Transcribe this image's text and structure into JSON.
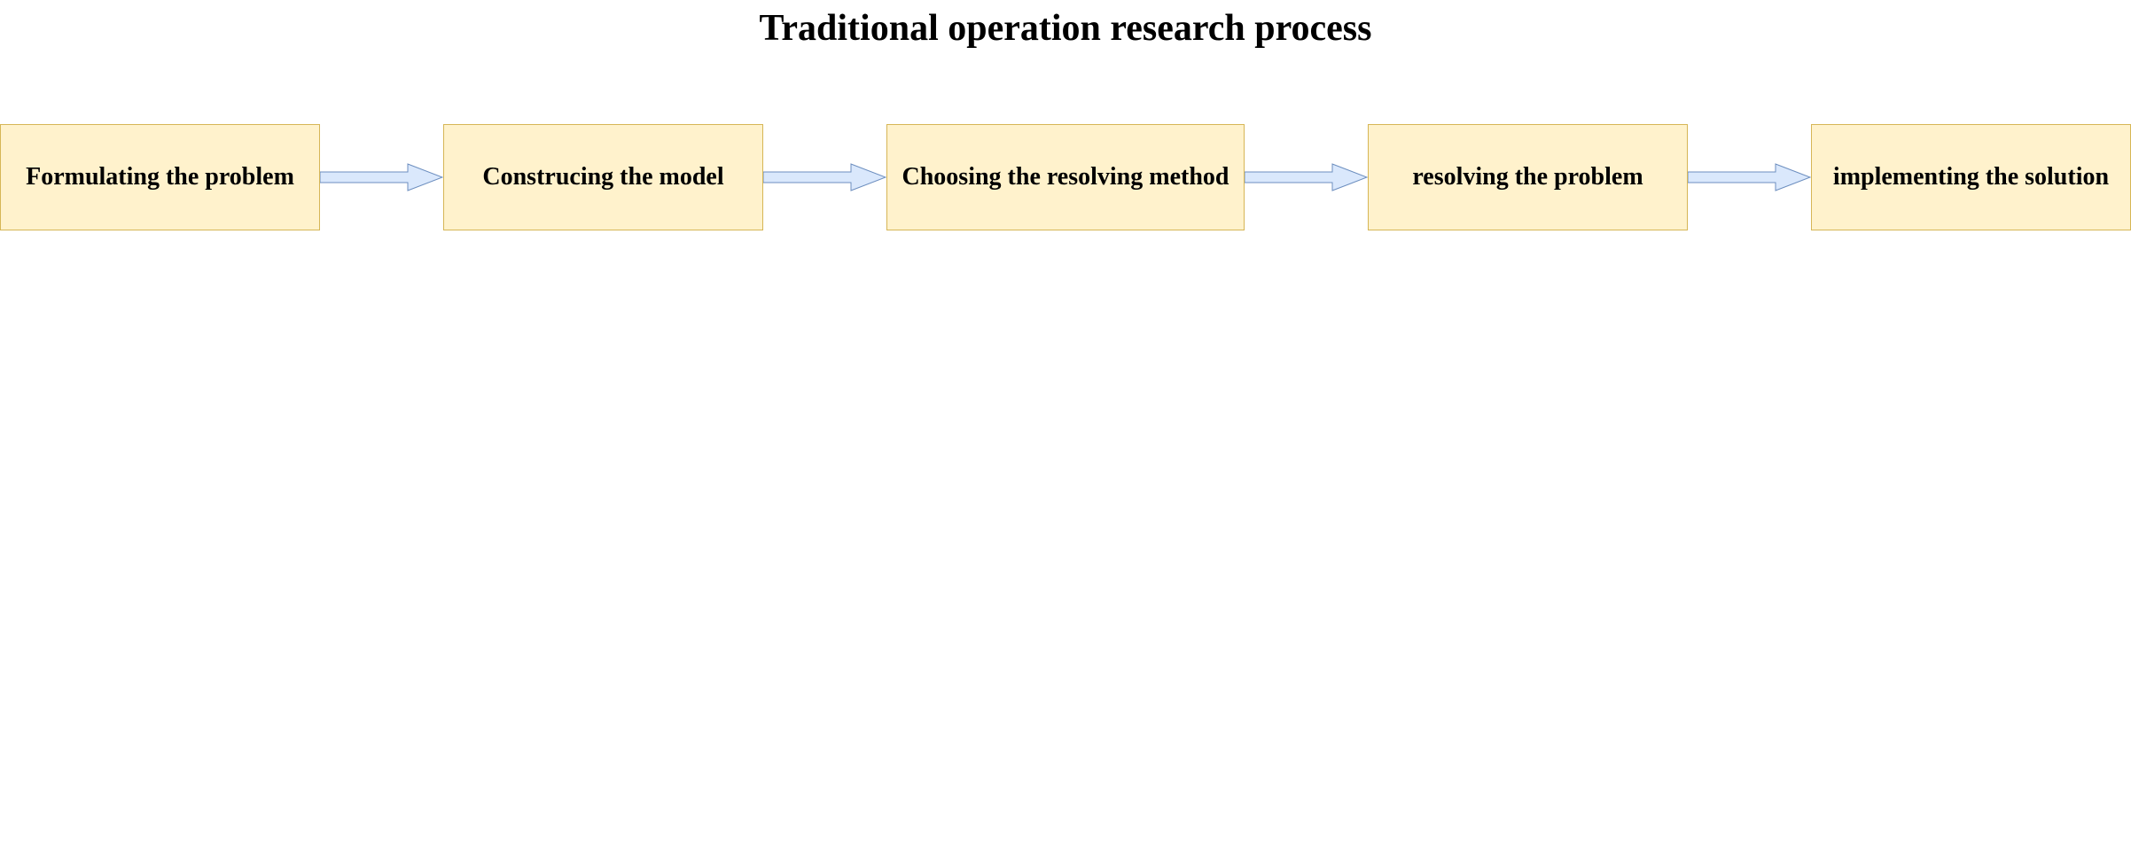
{
  "diagram": {
    "title": "Traditional operation research process",
    "steps": [
      {
        "label": "Formulating the problem"
      },
      {
        "label": "Construcing the model"
      },
      {
        "label": "Choosing the resolving method"
      },
      {
        "label": "resolving the problem"
      },
      {
        "label": "implementing the solution"
      }
    ],
    "colors": {
      "box_fill": "#fff2cc",
      "box_border": "#d6b656",
      "arrow_fill": "#dae8fc",
      "arrow_border": "#6c8ebf"
    }
  }
}
